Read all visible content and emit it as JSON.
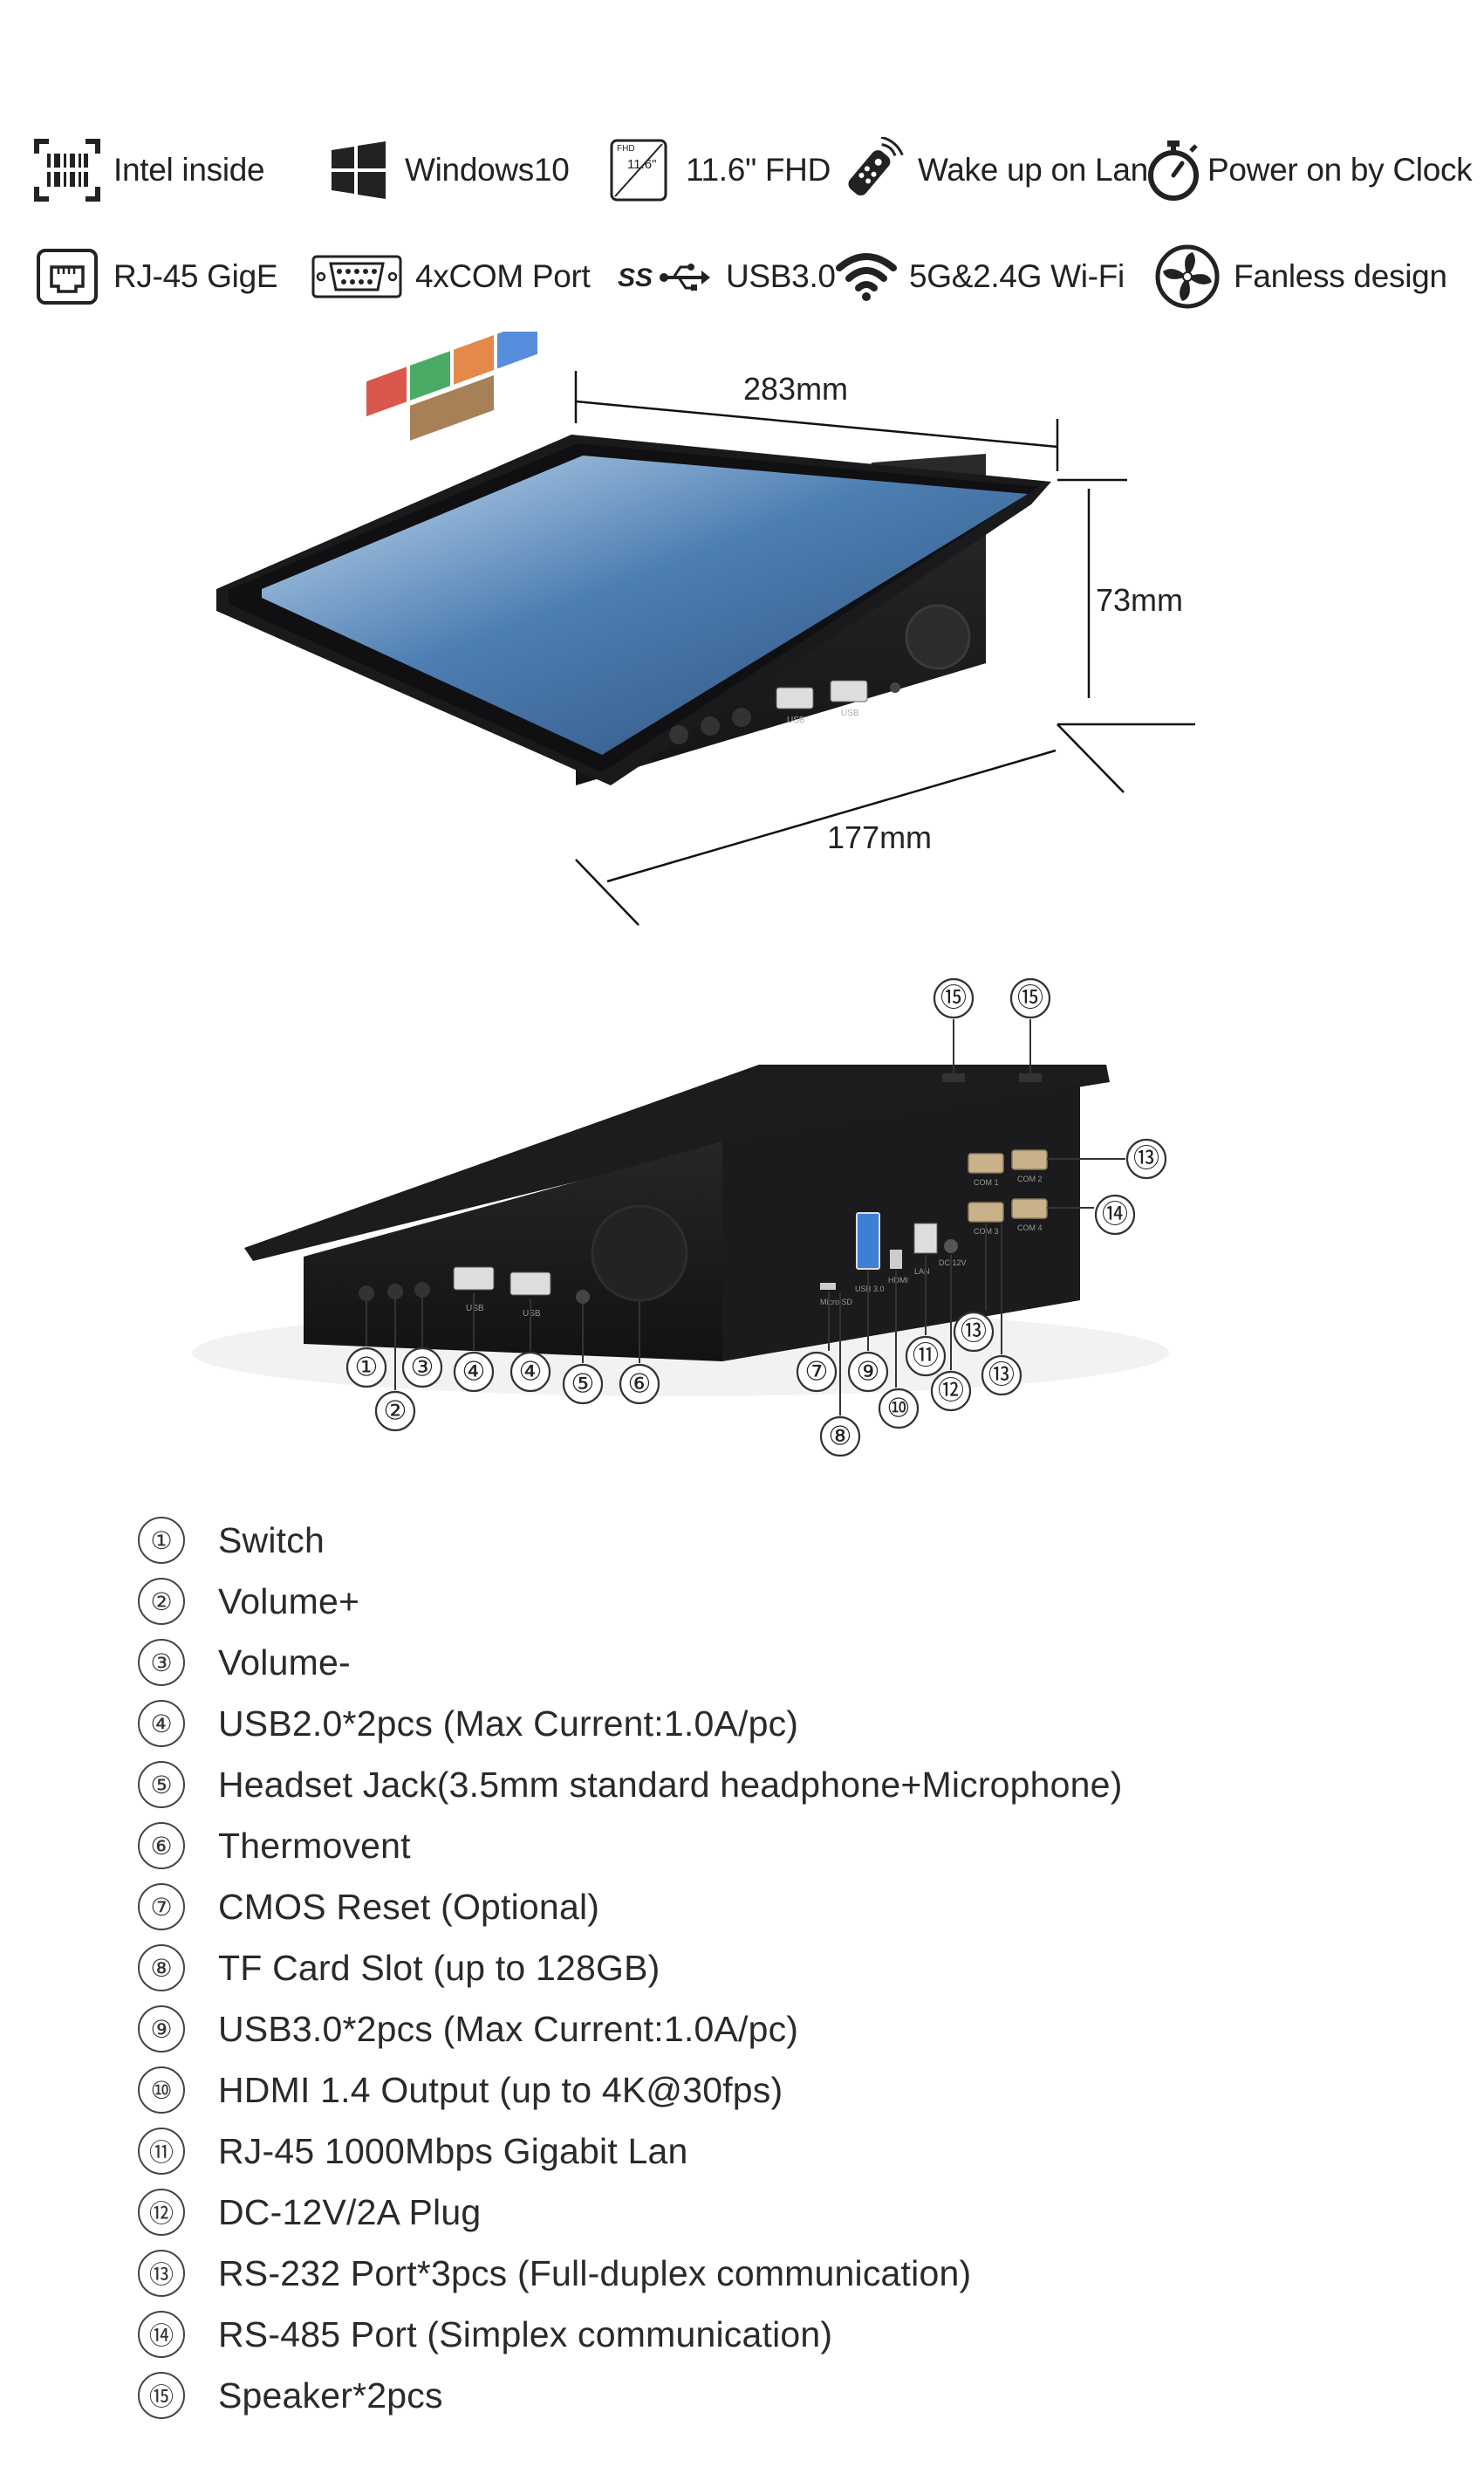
{
  "features": [
    {
      "icon": "barcode-chip-icon",
      "label": "Intel inside"
    },
    {
      "icon": "windows-logo-icon",
      "label": "Windows10"
    },
    {
      "icon": "fhd-screen-icon",
      "label": "11.6\" FHD",
      "badge_top": "FHD",
      "badge_size": "11.6\""
    },
    {
      "icon": "remote-signal-icon",
      "label": "Wake up on Lan"
    },
    {
      "icon": "stopwatch-icon",
      "label": "Power on by Clock"
    },
    {
      "icon": "ethernet-port-icon",
      "label": "RJ-45 GigE"
    },
    {
      "icon": "serial-port-icon",
      "label": "4xCOM Port"
    },
    {
      "icon": "usb-ss-icon",
      "label": "USB3.0",
      "badge_text": "SS"
    },
    {
      "icon": "wifi-icon",
      "label": "5G&2.4G Wi-Fi"
    },
    {
      "icon": "fan-icon",
      "label": "Fanless design"
    }
  ],
  "dimensions": {
    "width": "283mm",
    "height": "73mm",
    "depth": "177mm"
  },
  "device_labels": {
    "usb_front_1": "USB",
    "usb_front_2": "USB",
    "com1": "COM 1",
    "com2": "COM 2",
    "com3": "COM 3",
    "com4": "COM 4",
    "usb3": "USB 3.0",
    "hdmi": "HDMI",
    "lan": "LAN",
    "dc": "DC 12V",
    "micro_sd": "Micro SD"
  },
  "callouts_front": [
    "①",
    "②",
    "③",
    "④",
    "④",
    "⑤",
    "⑥"
  ],
  "callouts_back": [
    "⑦",
    "⑧",
    "⑨",
    "⑩",
    "⑪",
    "⑫",
    "⑬",
    "⑬",
    "⑬",
    "⑭",
    "⑮",
    "⑮"
  ],
  "legend": [
    {
      "num": "①",
      "text": "Switch"
    },
    {
      "num": "②",
      "text": "Volume+"
    },
    {
      "num": "③",
      "text": "Volume-"
    },
    {
      "num": "④",
      "text": "USB2.0*2pcs (Max Current:1.0A/pc)"
    },
    {
      "num": "⑤",
      "text": "Headset Jack(3.5mm standard headphone+Microphone)"
    },
    {
      "num": "⑥",
      "text": "Thermovent"
    },
    {
      "num": "⑦",
      "text": "CMOS Reset (Optional)"
    },
    {
      "num": "⑧",
      "text": "TF Card Slot  (up to 128GB)"
    },
    {
      "num": "⑨",
      "text": "USB3.0*2pcs (Max Current:1.0A/pc)"
    },
    {
      "num": "⑩",
      "text": "HDMI 1.4 Output (up to 4K@30fps)"
    },
    {
      "num": "⑪",
      "text": "RJ-45 1000Mbps Gigabit Lan"
    },
    {
      "num": "⑫",
      "text": "DC-12V/2A Plug"
    },
    {
      "num": "⑬",
      "text": "RS-232 Port*3pcs (Full-duplex communication)"
    },
    {
      "num": "⑭",
      "text": "RS-485 Port (Simplex communication)"
    },
    {
      "num": "⑮",
      "text": "Speaker*2pcs"
    }
  ]
}
